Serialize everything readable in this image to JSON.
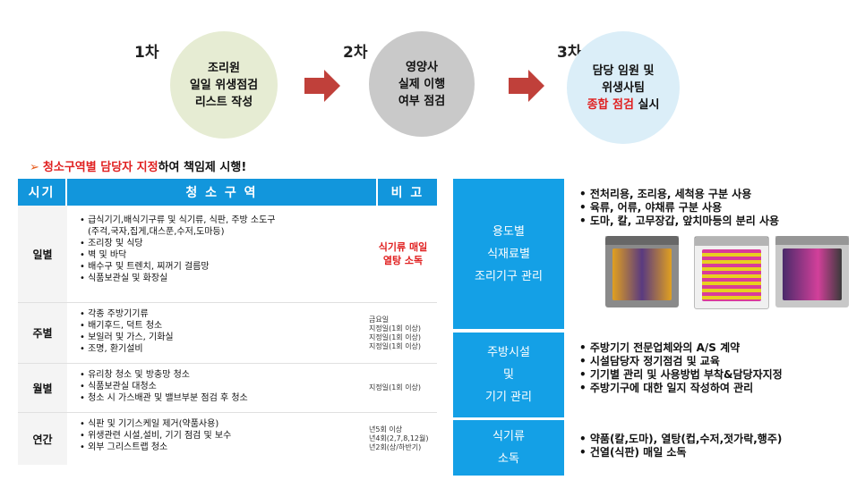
{
  "steps": [
    {
      "label": "1차",
      "lines": [
        "조리원",
        "일일 위생점검",
        "리스트 작성"
      ]
    },
    {
      "label": "2차",
      "lines": [
        "영양사",
        "실제 이행",
        "여부 점검"
      ]
    },
    {
      "label": "3차",
      "lines": [
        "담당 임원 및",
        "위생사팀"
      ],
      "highlight": "종합 점검",
      "suffix": " 실시"
    }
  ],
  "headline": {
    "mark": "➢",
    "highlight": "청소구역별 담당자 지정",
    "rest": "하여 책임제 시행!"
  },
  "table": {
    "headers": [
      "시기",
      "청 소 구 역",
      "비 고"
    ],
    "rows": [
      {
        "period": "일별",
        "items": [
          "급식기기,배식기구류 및 식기류, 식판, 주방 소도구",
          "(주걱,국자,집게,대스푼,수저,도마등)",
          "조리장 및 식당",
          "벽 및 바닥",
          "배수구 및 트렌치, 찌꺼기 걸름망",
          "식품보관실 및 화장실"
        ],
        "note_red": [
          "식기류 매일",
          "열탕 소독"
        ],
        "note": []
      },
      {
        "period": "주별",
        "items": [
          "각종 주방기기류",
          "배기후드, 덕트 청소",
          "보일러 및 가스, 기화실",
          "조명, 환기설비"
        ],
        "note_red": [],
        "note": [
          "금요일",
          "지정일(1회 이상)",
          "지정일(1회 이상)",
          "지정일(1회 이상)"
        ]
      },
      {
        "period": "월별",
        "items": [
          "유리창 청소 및 방충망 청소",
          "식품보관실 대청소",
          "청소 시 가스배관 및 밸브부분 점검 후 청소"
        ],
        "note_red": [],
        "note": [
          "지정일(1회 이상)"
        ]
      },
      {
        "period": "연간",
        "items": [
          "식판 및 기기스케일 제거(약품사용)",
          "위생관련 시설,설비, 기기 점검 및 보수",
          "외부 그리스트랩 청소"
        ],
        "note_red": [],
        "note": [
          "년5회 이상",
          "년4회(2,7,8,12월)",
          "년2회(상/하반기)"
        ]
      }
    ]
  },
  "panels": [
    {
      "title": [
        "용도별",
        "식재료별",
        "조리기구 관리"
      ],
      "bullets": [
        "전처리용, 조리용, 세척용 구분 사용",
        "육류, 어류, 야채류 구분 사용",
        "도마, 칼, 고무장갑, 앞치마등의 분리 사용"
      ]
    },
    {
      "title": [
        "주방시설",
        "및",
        "기기 관리"
      ],
      "bullets": [
        "주방기기 전문업체와의 A/S 계약",
        "시설담당자 정기점검 및 교육",
        "기기별 관리 및 사용방법 부착&담당자지정",
        "주방기구에 대한 일지 작성하여 관리"
      ]
    },
    {
      "title": [
        "식기류",
        "소독"
      ],
      "bullets": [
        "약품(칼,도마), 열탕(컵,수저,젓가락,행주)",
        "건열(식판) 매일 소독"
      ]
    }
  ],
  "colors": {
    "accent_blue": "#1296dc",
    "arrow_red": "#c0403a",
    "highlight_red": "#e02020"
  }
}
